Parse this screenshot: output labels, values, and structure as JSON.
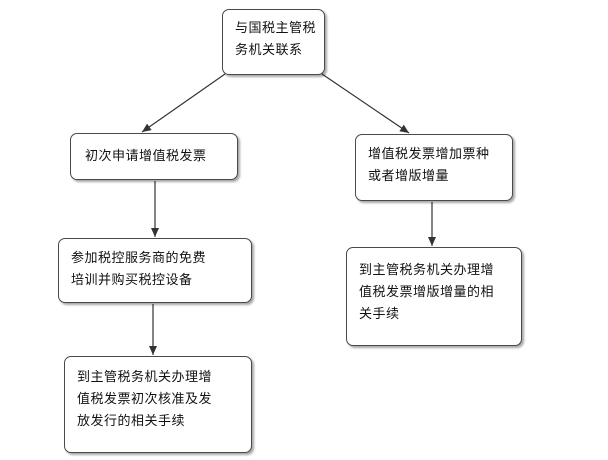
{
  "diagram": {
    "root": {
      "line1": "与国税主管税",
      "line2": "务机关联系"
    },
    "left_branch": {
      "step1": {
        "line1": "初次申请增值税发票"
      },
      "step2": {
        "line1": "参加税控服务商的免费",
        "line2": "培训并购买税控设备"
      },
      "step3": {
        "line1": "到主管税务机关办理增",
        "line2": "值税发票初次核准及发",
        "line3": "放发行的相关手续"
      }
    },
    "right_branch": {
      "step1": {
        "line1": "增值税发票增加票种",
        "line2": "或者增版增量"
      },
      "step2": {
        "line1": "到主管税务机关办理增",
        "line2": "值税发票增版增量的相",
        "line3": "关手续"
      }
    },
    "colors": {
      "line": "#333333",
      "border": "#4a4a4a",
      "text": "#111111",
      "background": "#ffffff"
    }
  }
}
